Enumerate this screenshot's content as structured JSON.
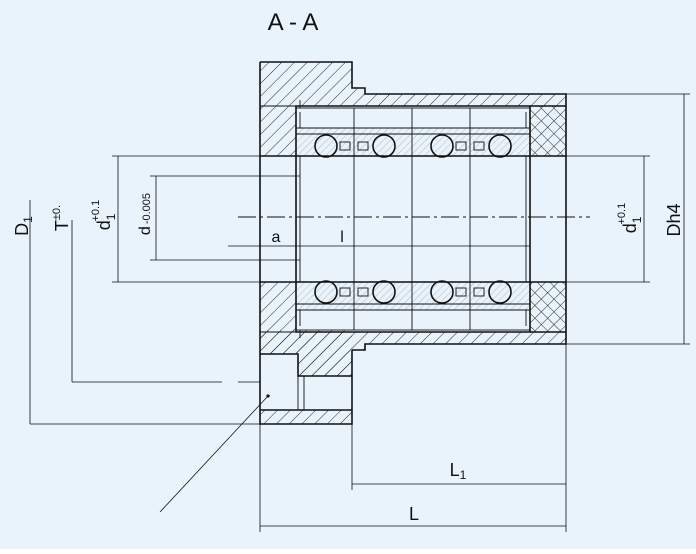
{
  "section_title": "A - A",
  "labels": {
    "D1": {
      "base": "D",
      "sub": "1"
    },
    "T": {
      "base": "T",
      "sup": "±0."
    },
    "d1_left": {
      "base": "d",
      "sub": "1",
      "sup": "+0.1"
    },
    "d": {
      "base": "d",
      "sub": "-0.005"
    },
    "d1_right": {
      "base": "d",
      "sub": "1",
      "sup": "+0.1"
    },
    "Dh4": "Dh4",
    "a": "a",
    "l": "l",
    "L1": {
      "base": "L",
      "sub": "1"
    },
    "L": "L"
  },
  "colors": {
    "background": "#e8f3fb",
    "line": "#111111"
  }
}
